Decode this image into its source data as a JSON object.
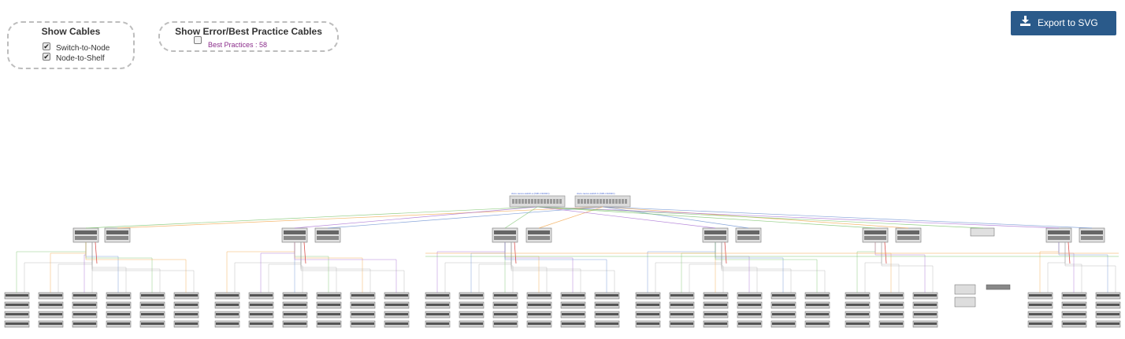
{
  "show_cables": {
    "title": "Show Cables",
    "options": [
      {
        "label": "Switch-to-Node",
        "checked": true
      },
      {
        "label": "Node-to-Shelf",
        "checked": true
      }
    ]
  },
  "error_cables": {
    "title": "Show Error/Best Practice Cables",
    "best_practices_label": "Best Practices : 58",
    "checked": false
  },
  "export_button": {
    "label": "Export to SVG",
    "icon": "download-icon"
  },
  "diagram": {
    "switch_labels": [
      "cisco-nexus-switch-a (N3K-C3232C)",
      "cisco-nexus-switch-b (N3K-C3232C)"
    ],
    "cable_colors": {
      "green": "#7ac36a",
      "orange": "#f2a64a",
      "purple": "#a46ad1",
      "red": "#d9534f",
      "gray": "#9a9a9a",
      "blue": "#6a8fd1"
    }
  }
}
